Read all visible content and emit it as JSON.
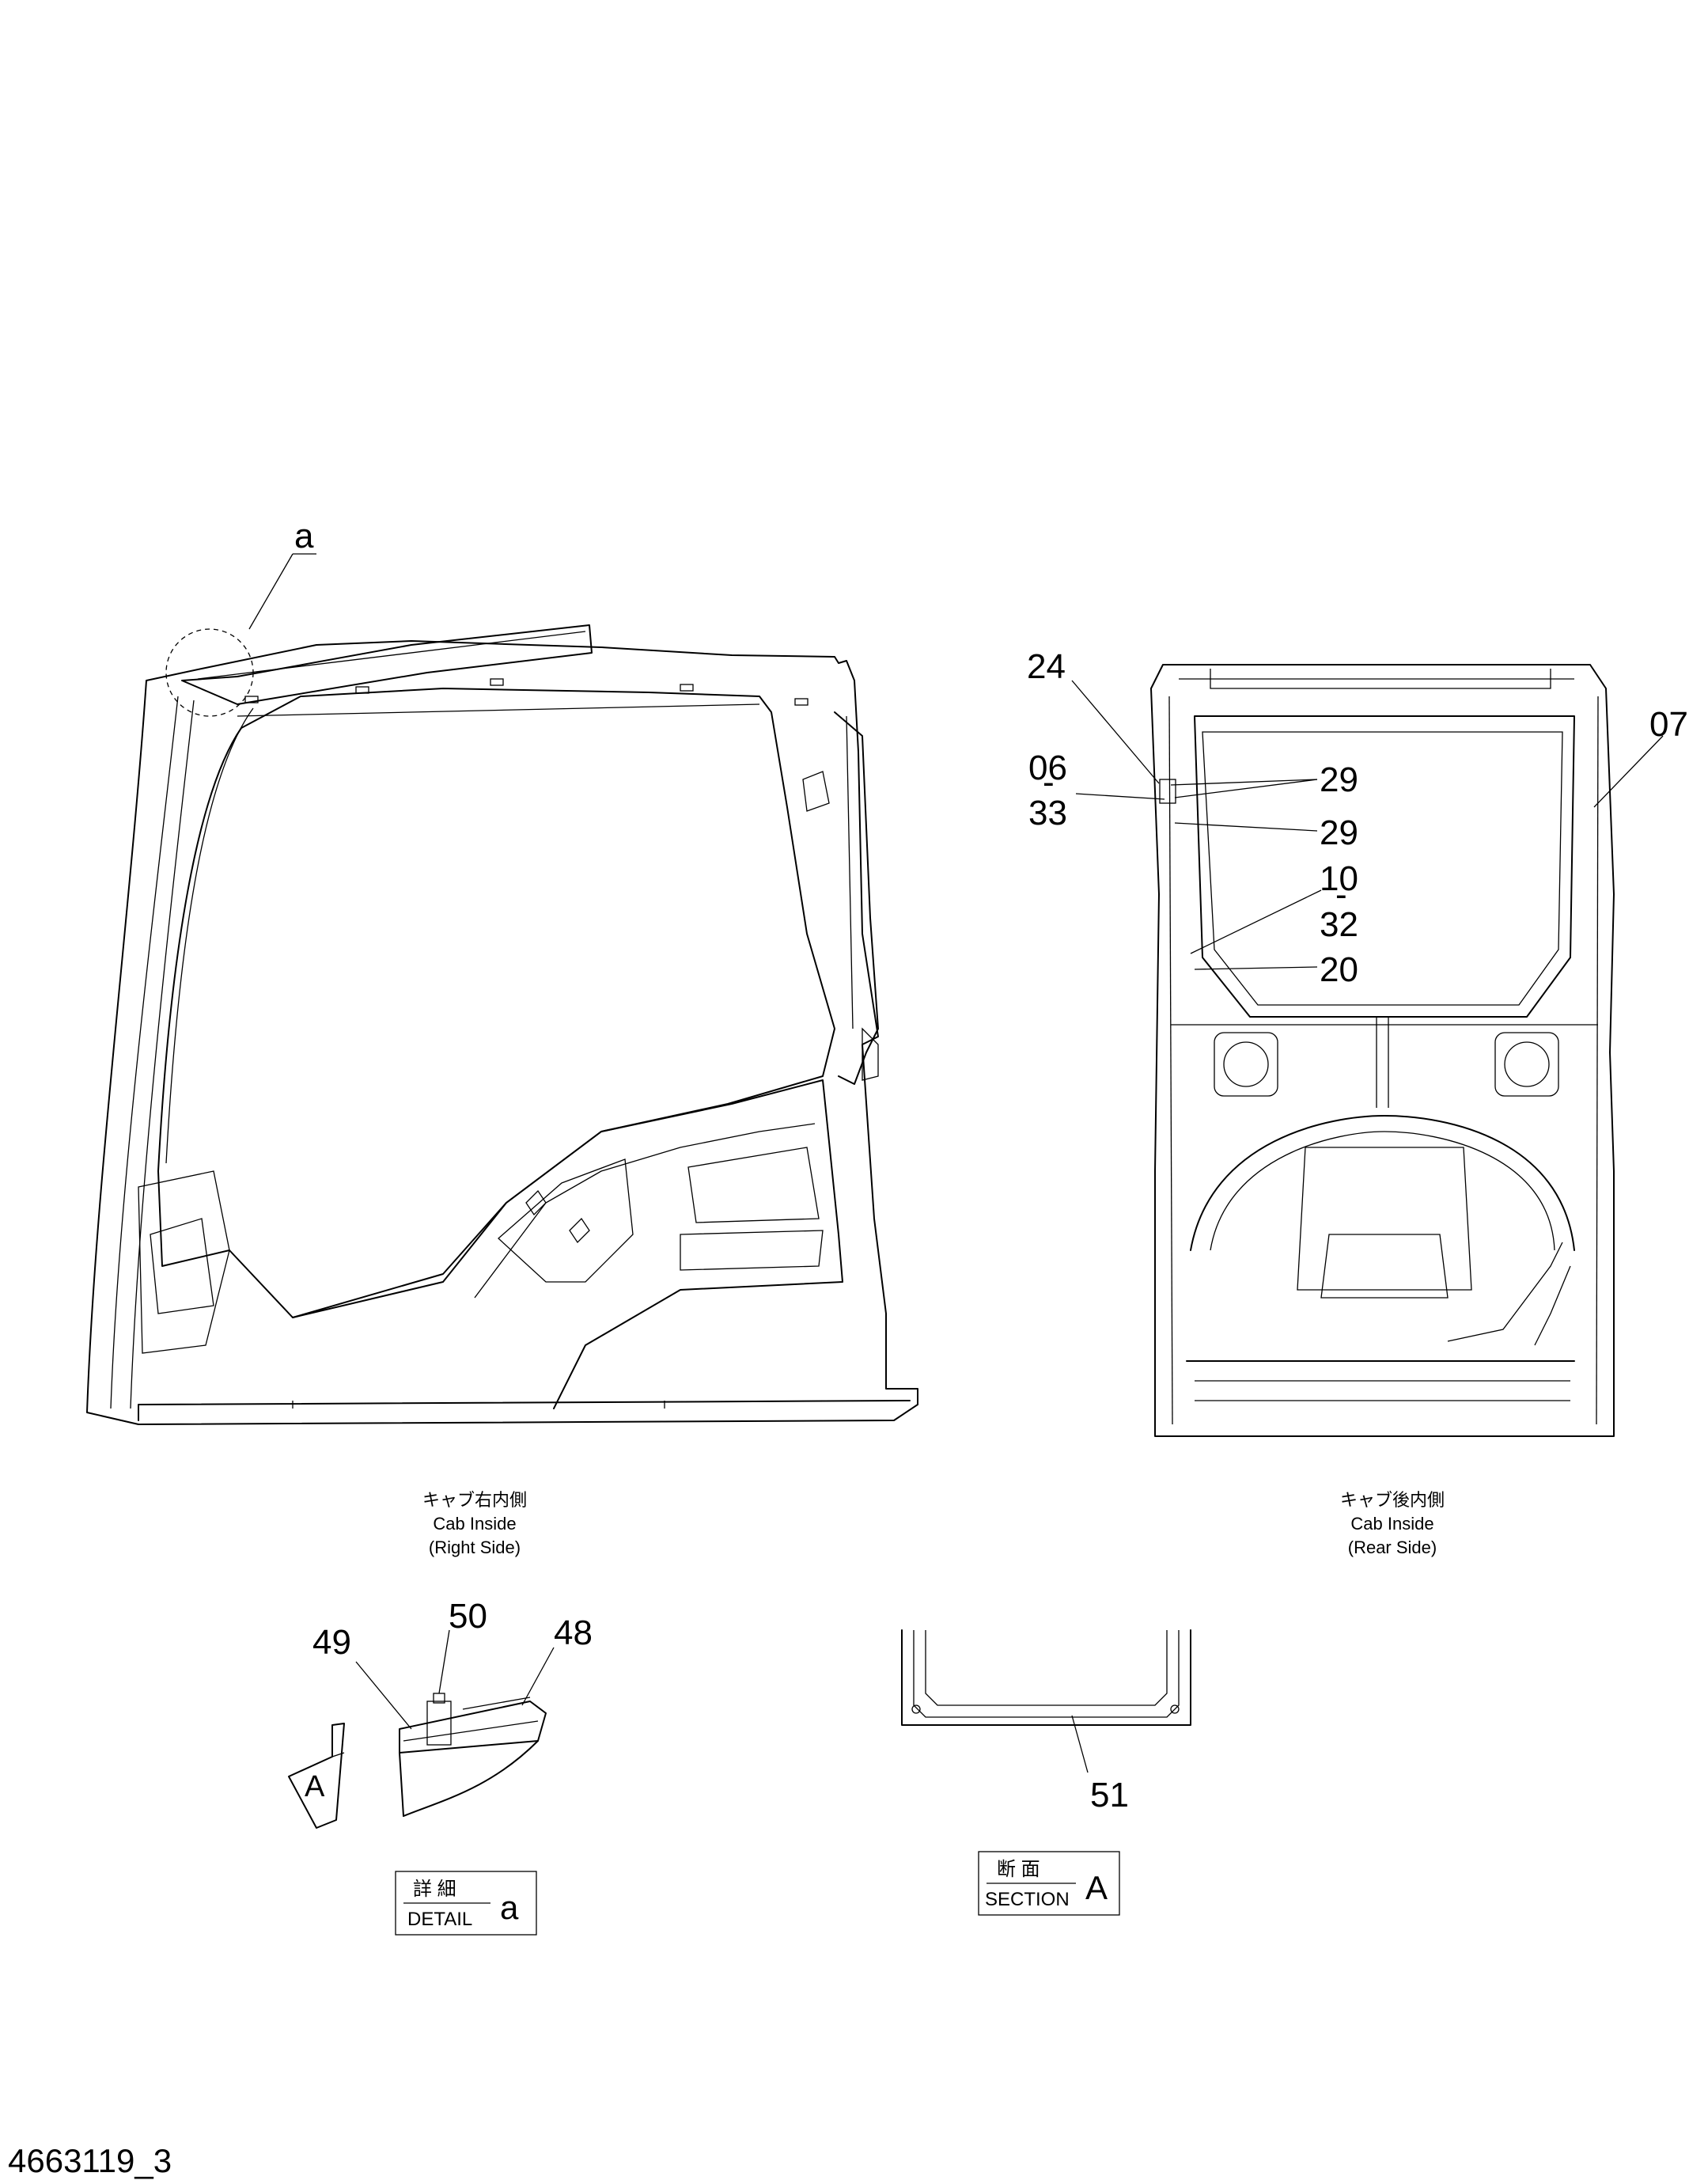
{
  "callouts": {
    "c24": "24",
    "c07": "07",
    "c06": "06",
    "c33": "33",
    "c29a": "29",
    "c29b": "29",
    "c10": "10",
    "c32": "32",
    "c20": "20",
    "c49": "49",
    "c50": "50",
    "c48": "48",
    "c51": "51",
    "ca": "a",
    "dash": "-"
  },
  "captions": {
    "right_side": {
      "jp": "キャブ右内側",
      "en1": "Cab Inside",
      "en2": "(Right Side)"
    },
    "rear_side": {
      "jp": "キャブ後内側",
      "en1": "Cab Inside",
      "en2": "(Rear Side)"
    }
  },
  "labels": {
    "detail": {
      "jp": "詳 細",
      "en": "DETAIL",
      "ref": "a"
    },
    "section": {
      "jp": "断 面",
      "en": "SECTION",
      "ref": "A"
    },
    "section_arrow": "A"
  },
  "drawing_number": "4663119_3"
}
